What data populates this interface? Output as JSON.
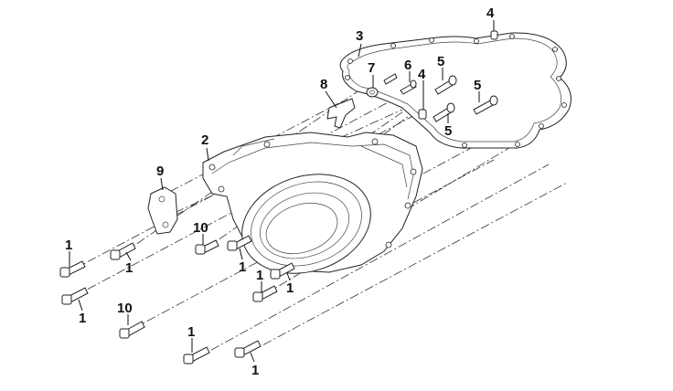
{
  "callouts": [
    {
      "label": "4"
    },
    {
      "label": "3"
    },
    {
      "label": "7"
    },
    {
      "label": "6"
    },
    {
      "label": "5"
    },
    {
      "label": "4"
    },
    {
      "label": "5"
    },
    {
      "label": "8"
    },
    {
      "label": "5"
    },
    {
      "label": "2"
    },
    {
      "label": "9"
    },
    {
      "label": "10"
    },
    {
      "label": "1"
    },
    {
      "label": "1"
    },
    {
      "label": "1"
    },
    {
      "label": "1"
    },
    {
      "label": "1"
    },
    {
      "label": "1"
    },
    {
      "label": "10"
    },
    {
      "label": "1"
    },
    {
      "label": "1"
    }
  ]
}
